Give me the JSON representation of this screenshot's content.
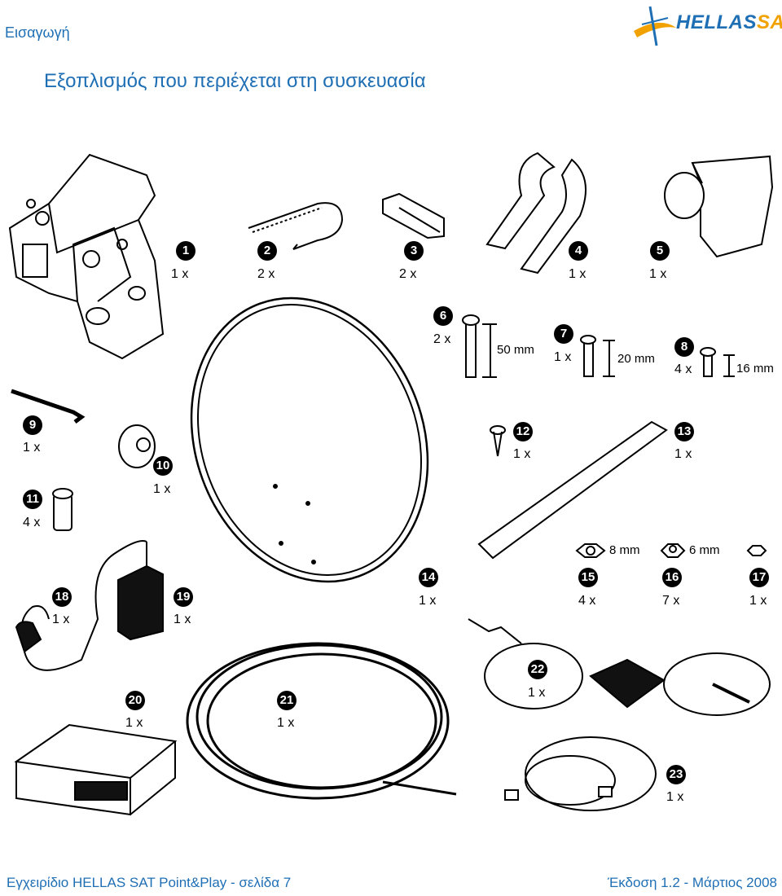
{
  "header": {
    "section": "Εισαγωγή",
    "title": "Εξοπλισμός που περιέχεται στη συσκευασία",
    "logo": {
      "text_main": "HELLAS",
      "text_accent": "SAT",
      "main_color": "#1f6fb5",
      "accent_color": "#f2a200"
    }
  },
  "items": [
    {
      "num": "1",
      "qty": "1 x"
    },
    {
      "num": "2",
      "qty": "2 x"
    },
    {
      "num": "3",
      "qty": "2 x"
    },
    {
      "num": "4",
      "qty": "1 x"
    },
    {
      "num": "5",
      "qty": "1 x"
    },
    {
      "num": "6",
      "qty": "2 x",
      "size": "50 mm"
    },
    {
      "num": "7",
      "qty": "1 x",
      "size": "20 mm"
    },
    {
      "num": "8",
      "qty": "4 x",
      "size": "16 mm"
    },
    {
      "num": "9",
      "qty": "1 x"
    },
    {
      "num": "10",
      "qty": "1 x"
    },
    {
      "num": "11",
      "qty": "4 x"
    },
    {
      "num": "12",
      "qty": "1 x"
    },
    {
      "num": "13",
      "qty": "1 x"
    },
    {
      "num": "14",
      "qty": "1 x"
    },
    {
      "num": "15",
      "qty": "4 x",
      "size": "8 mm"
    },
    {
      "num": "16",
      "qty": "7 x",
      "size": "6 mm"
    },
    {
      "num": "17",
      "qty": "1 x"
    },
    {
      "num": "18",
      "qty": "1 x"
    },
    {
      "num": "19",
      "qty": "1 x"
    },
    {
      "num": "20",
      "qty": "1 x"
    },
    {
      "num": "21",
      "qty": "1 x"
    },
    {
      "num": "22",
      "qty": "1 x"
    },
    {
      "num": "23",
      "qty": "1 x"
    }
  ],
  "footer": {
    "left": "Εγχειρίδιο HELLAS SAT Point&Play - σελίδα 7",
    "right": "Έκδοση 1.2 - Μάρτιος 2008"
  }
}
